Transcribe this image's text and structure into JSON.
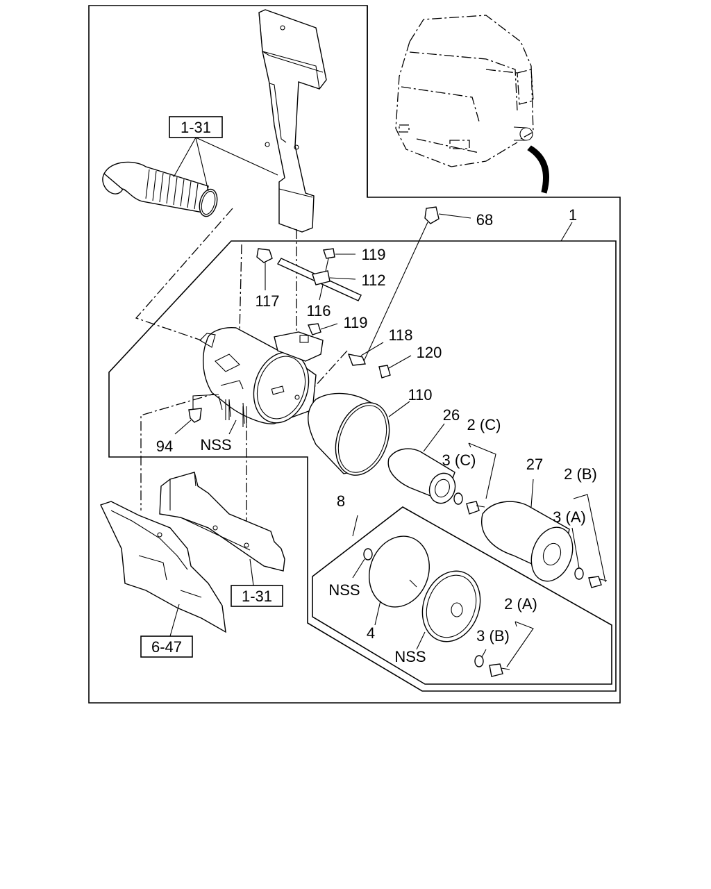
{
  "labels": {
    "ref_1_31_top": "1-31",
    "ref_1_31_bottom": "1-31",
    "ref_6_47": "6-47",
    "p1": "1",
    "p68": "68",
    "p119a": "119",
    "p112": "112",
    "p117": "117",
    "p116": "116",
    "p119b": "119",
    "p118": "118",
    "p120": "120",
    "p110": "110",
    "p26": "26",
    "p2c": "2 (C)",
    "p3c": "3 (C)",
    "p27": "27",
    "p2b": "2 (B)",
    "p3a": "3 (A)",
    "p8": "8",
    "nss_left": "NSS",
    "nss_seal": "NSS",
    "nss_cover": "NSS",
    "p4": "4",
    "p2a": "2 (A)",
    "p3b": "3 (B)",
    "p94": "94"
  }
}
